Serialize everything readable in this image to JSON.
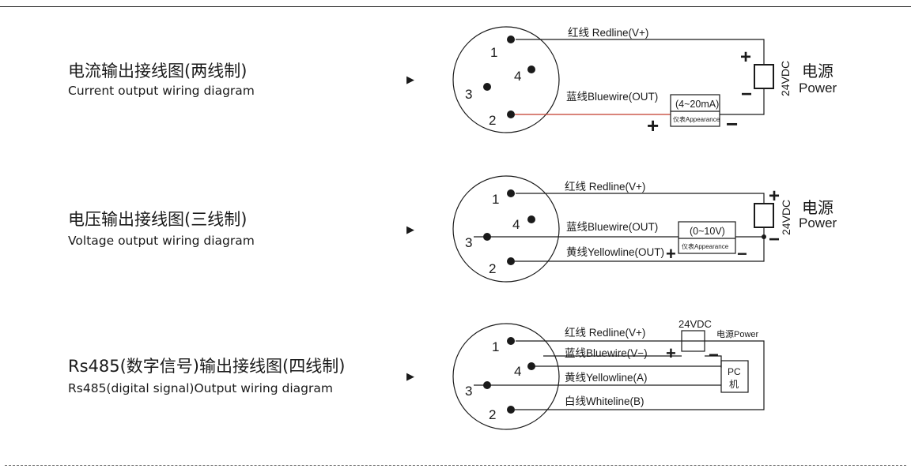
{
  "sections": [
    {
      "title_cn": "电流输出接线图(两线制)",
      "title_en": "Current output wiring diagram",
      "arrow": "▶",
      "pins": [
        "1",
        "2",
        "3",
        "4"
      ],
      "wire_red": "红线 Redline(V+)",
      "wire_blue": "蓝线Bluewire(OUT)",
      "meter_range": "(4~20mA)",
      "meter_label": "仪表Appearance",
      "plus": "+",
      "minus": "−",
      "supply_voltage": "24VDC",
      "power_cn": "电源",
      "power_en": "Power"
    },
    {
      "title_cn": "电压输出接线图(三线制)",
      "title_en": "Voltage output wiring diagram",
      "arrow": "▶",
      "pins": [
        "1",
        "2",
        "3",
        "4"
      ],
      "wire_red": "红线 Redline(V+)",
      "wire_blue": "蓝线Bluewire(OUT)",
      "wire_yellow": "黄线Yellowline(OUT)",
      "meter_range": "(0~10V)",
      "meter_label": "仪表Appearance",
      "plus": "+",
      "minus": "−",
      "supply_voltage": "24VDC",
      "power_cn": "电源",
      "power_en": "Power"
    },
    {
      "title_cn": "Rs485(数字信号)输出接线图(四线制)",
      "title_en": "Rs485(digital signal)Output wiring diagram",
      "arrow": "▶",
      "pins": [
        "1",
        "2",
        "3",
        "4"
      ],
      "wire_red": "红线 Redline(V+)",
      "wire_blue": "蓝线Bluewire(V−)",
      "wire_yellow": "黄线Yellowline(A)",
      "wire_white": "白线Whiteline(B)",
      "supply_voltage": "24VDC",
      "power_label": "电源Power",
      "pc_label_1": "PC",
      "pc_label_2": "机",
      "plus": "+",
      "minus": "−"
    }
  ]
}
